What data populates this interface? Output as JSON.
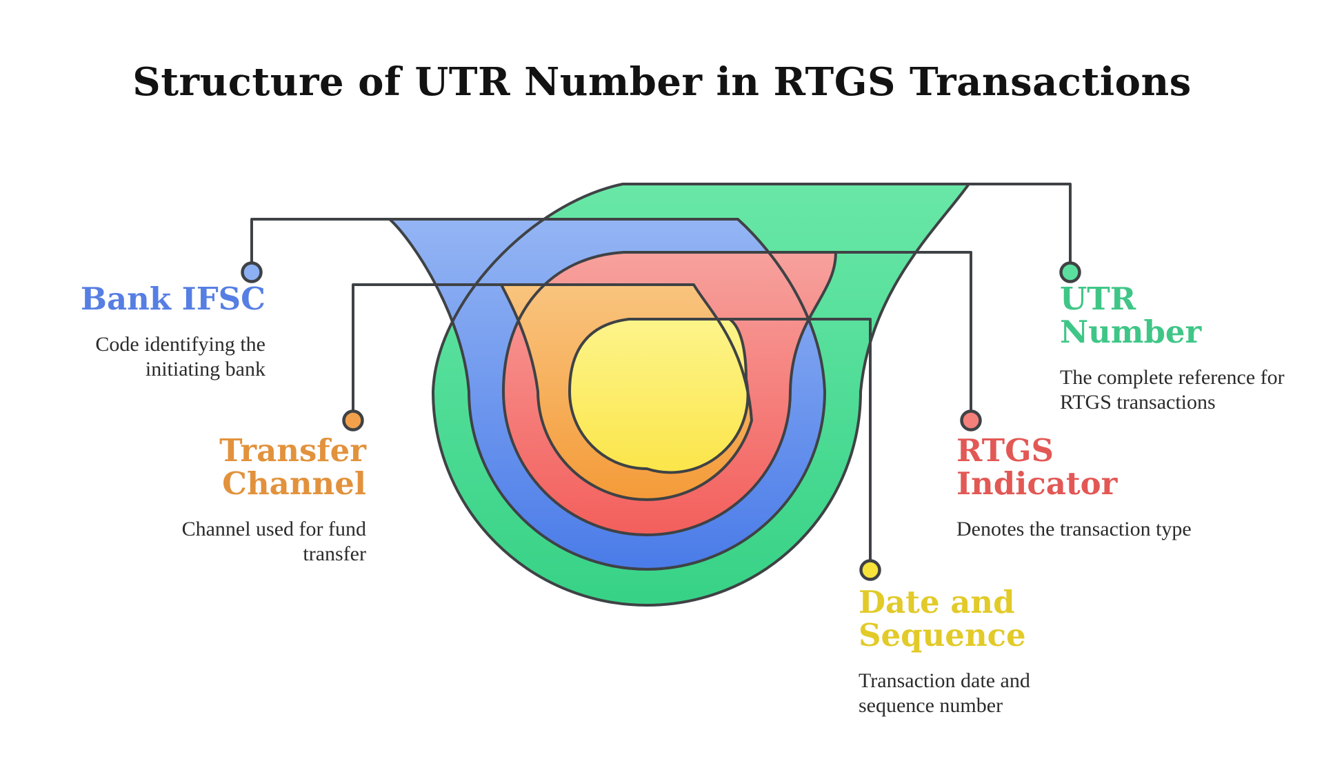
{
  "title": "Structure of UTR Number in RTGS Transactions",
  "title_color": "#121212",
  "text_color": "#2b2b2b",
  "onion": {
    "stroke_color": "#3f4245",
    "layers": [
      {
        "name": "UTR Number",
        "top_color": "#69e7a7",
        "bottom_color": "#37d286"
      },
      {
        "name": "Bank IFSC",
        "top_color": "#94b5f4",
        "bottom_color": "#4a7be8"
      },
      {
        "name": "RTGS Indicator",
        "top_color": "#f7a19d",
        "bottom_color": "#f35f5c"
      },
      {
        "name": "Transfer Channel",
        "top_color": "#f9c47e",
        "bottom_color": "#f49b39"
      },
      {
        "name": "Date and Sequence",
        "top_color": "#fdf48a",
        "bottom_color": "#fbe54a"
      }
    ]
  },
  "labels": [
    {
      "id": "bank-ifsc",
      "heading": "Bank IFSC",
      "description": "Code identifying the initiating bank",
      "heading_color": "#567ee3",
      "dot_color": "#8cb0f3"
    },
    {
      "id": "transfer-channel",
      "heading": "Transfer Channel",
      "description": "Channel used for fund transfer",
      "heading_color": "#e2923c",
      "dot_color": "#f3a04c"
    },
    {
      "id": "utr-number",
      "heading": "UTR Number",
      "description": "The complete reference for RTGS transactions",
      "heading_color": "#3fc687",
      "dot_color": "#5bdf9e"
    },
    {
      "id": "rtgs-indicator",
      "heading": "RTGS Indicator",
      "description": "Denotes the transaction type",
      "heading_color": "#e25855",
      "dot_color": "#f4807b"
    },
    {
      "id": "date-sequence",
      "heading": "Date and Sequence",
      "description": "Transaction date and sequence number",
      "heading_color": "#e2ca28",
      "dot_color": "#f8e33b"
    }
  ]
}
